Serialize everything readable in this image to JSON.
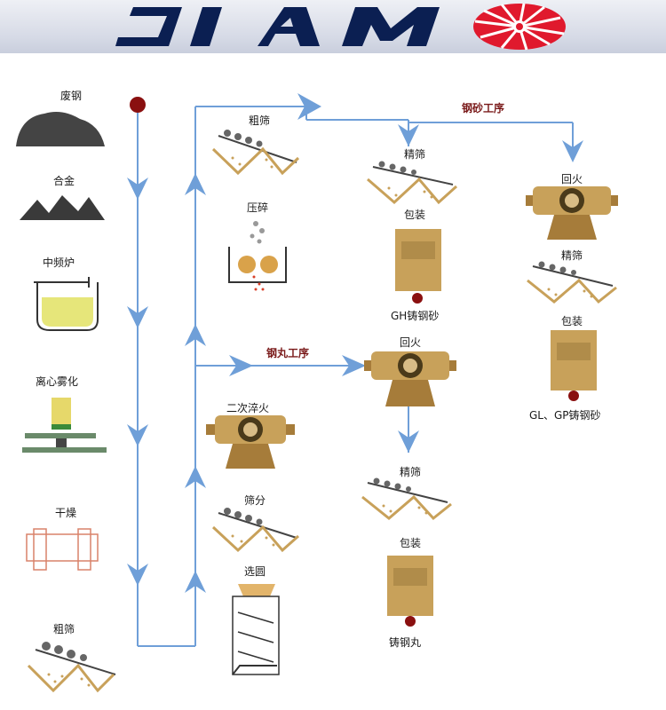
{
  "brand": {
    "logo_text": "JIAM"
  },
  "colors": {
    "flow_line": "#6f9fd8",
    "node_red": "#8a1010",
    "machine_tan": "#c8a15a",
    "dark_body": "#3a3a3a",
    "brand_blue": "#0b1f52",
    "brand_red": "#e0192d"
  },
  "left_column": {
    "scrap_steel": "废钢",
    "alloy": "合金",
    "furnace": "中频炉",
    "atomize": "离心雾化",
    "drying": "干燥",
    "coarse_screen": "粗筛"
  },
  "middle_column": {
    "coarse_screen": "粗筛",
    "crushing": "压碎",
    "second_quench": "二次淬火",
    "screening": "筛分",
    "round_select": "选圆"
  },
  "grit_branch": {
    "section_title": "钢砂工序",
    "fine_screen": "精筛",
    "packaging": "包装",
    "gh_product": "GH铸钢砂",
    "tempering": "回火",
    "fine_screen_2": "精筛",
    "packaging_2": "包装",
    "glgp_product": "GL、GP铸钢砂"
  },
  "shot_branch": {
    "section_title": "钢丸工序",
    "tempering": "回火",
    "fine_screen": "精筛",
    "packaging": "包装",
    "product": "铸钢丸"
  }
}
